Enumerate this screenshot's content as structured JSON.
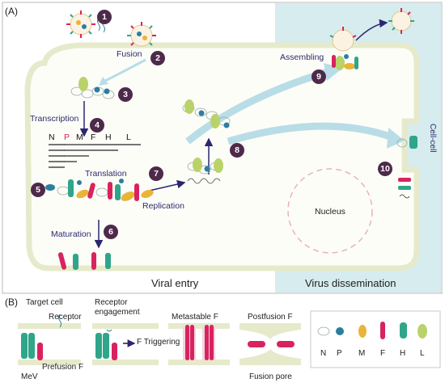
{
  "panel_a": {
    "label": "(A)",
    "steps": [
      "1",
      "2",
      "3",
      "4",
      "5",
      "6",
      "7",
      "8",
      "9",
      "10"
    ],
    "fusion": "Fusion",
    "transcription": "Transcription",
    "translation": "Translation",
    "replication": "Replication",
    "maturation": "Maturation",
    "assembling": "Assembling",
    "cell_cell": "Cell-cell",
    "nucleus": "Nucleus",
    "viral_entry": "Viral entry",
    "virus_dissemination": "Virus dissemination",
    "genes": [
      "N",
      "P",
      "M",
      "F",
      "H",
      "L"
    ]
  },
  "panel_b": {
    "label": "(B)",
    "target_cell": "Target cell",
    "receptor": "Receptor",
    "mev": "MeV",
    "prefusion_f": "Prefusion F",
    "receptor_engagement_1": "Receptor",
    "receptor_engagement_2": "engagement",
    "f_triggering": "F Triggering",
    "metastable_f": "Metastable F",
    "postfusion_f": "Postfusion F",
    "fusion_pore": "Fusion pore"
  },
  "legend": {
    "items": [
      {
        "label": "N",
        "icon": "n-protein-icon"
      },
      {
        "label": "P",
        "icon": "p-protein-icon"
      },
      {
        "label": "M",
        "icon": "m-protein-icon"
      },
      {
        "label": "F",
        "icon": "f-protein-icon"
      },
      {
        "label": "H",
        "icon": "h-protein-icon"
      },
      {
        "label": "L",
        "icon": "l-protein-icon"
      }
    ]
  },
  "colors": {
    "cell_fill": "#fdfdf8",
    "membrane": "#e6eacb",
    "dissemination_bg": "#d6ecee",
    "arrow": "#2c2670",
    "big_arrow": "#b8dde7",
    "step_badge": "#4d2a4a",
    "f_protein": "#d8235e",
    "h_protein": "#2fa58a",
    "m_protein": "#e9b43a",
    "l_protein": "#b9d36a",
    "p_protein": "#2a7fa0"
  }
}
